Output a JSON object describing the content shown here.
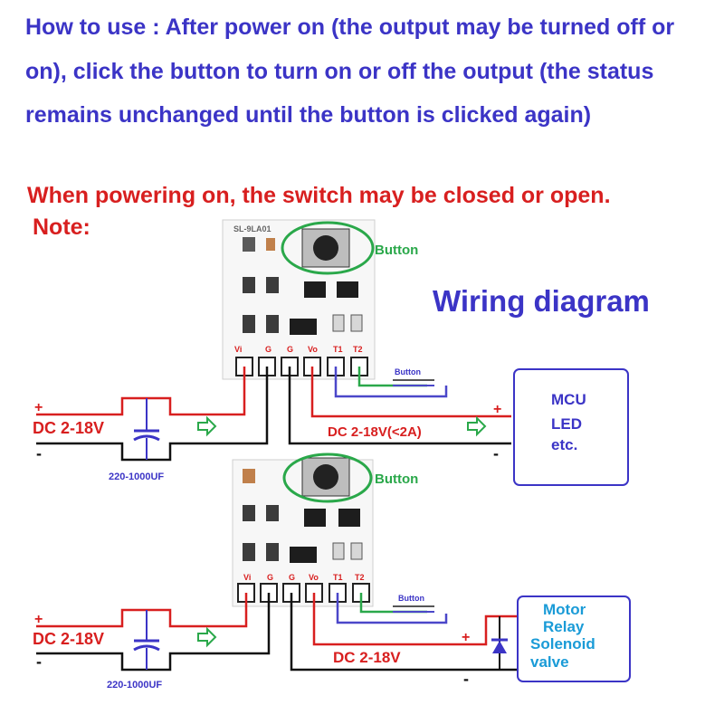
{
  "instructions": "How to use : After power on (the output may be turned off or on), click the button to turn on or off the output (the status remains unchanged until the button is clicked again)",
  "warning": "When powering on, the switch may be closed or open.",
  "note": "Note:",
  "diagram_title": "Wiring diagram",
  "board": {
    "model": "SL-9LA01",
    "pins": [
      "Vi",
      "G",
      "G",
      "Vo",
      "T1",
      "T2"
    ]
  },
  "top_circuit": {
    "button_label": "Button",
    "ext_button_label": "Button",
    "input_voltage": "DC 2-18V",
    "capacitor": "220-1000UF",
    "output_voltage": "DC 2-18V(<2A)",
    "load": [
      "MCU",
      "LED",
      "etc."
    ]
  },
  "bottom_circuit": {
    "button_label": "Button",
    "ext_button_label": "Button",
    "input_voltage": "DC 2-18V",
    "capacitor": "220-1000UF",
    "output_voltage": "DC 2-18V",
    "load": [
      "Motor",
      "Relay",
      "Solenoid",
      "valve"
    ]
  },
  "plus": "+",
  "minus": "-",
  "colors": {
    "instruction_text": "#3b34c6",
    "warning_text": "#d81f1f",
    "positive_wire": "#d81f1f",
    "negative_wire": "#111111",
    "button_ring": "#2aa84a",
    "arrow": "#2aa84a",
    "trigger_wire_1": "#4b47c9",
    "trigger_wire_2": "#2aa84a",
    "load_box": "#3b34c6"
  }
}
